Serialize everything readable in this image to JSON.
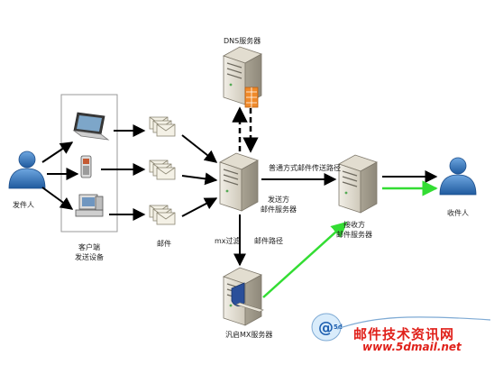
{
  "nodes": {
    "sender": "发件人",
    "client_devices": {
      "line1": "客户端",
      "line2": "发送设备"
    },
    "mail": "邮件",
    "dns_server": "DNS服务器",
    "sending_server": {
      "line1": "发送方",
      "line2": "邮件服务器"
    },
    "receiving_server": {
      "line1": "接收方",
      "line2": "邮件服务器"
    },
    "recipient": "收件人",
    "mx_server": "汎启MX服务器"
  },
  "edges": {
    "normal_route": "普通方式邮件传送路径",
    "mx_filter": "mx过滤",
    "mail_route": "邮件路径"
  },
  "watermark": {
    "title": "邮件技术资讯网",
    "url": "www.5dmail.net",
    "badge": "5d"
  },
  "colors": {
    "arrow": "#000000",
    "green_route": "#33dd33",
    "person": "#2e6fb5",
    "server": "#c9c3b4",
    "watermark": "#e0201a"
  }
}
